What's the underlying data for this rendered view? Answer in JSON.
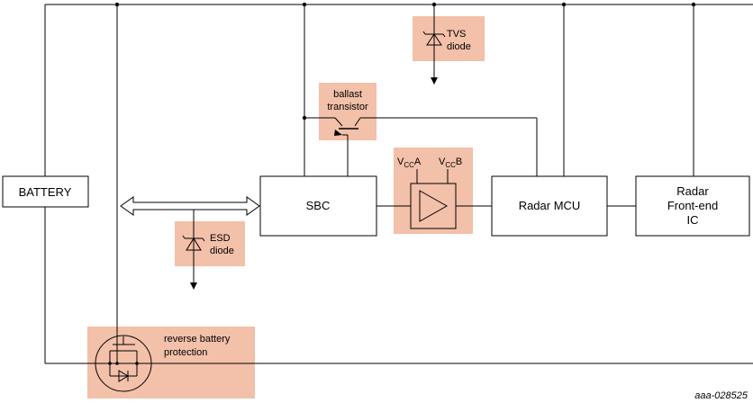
{
  "blocks": {
    "battery": "BATTERY",
    "sbc": "SBC",
    "radar_mcu": "Radar MCU",
    "radar_frontend": [
      "Radar",
      "Front-end",
      "IC"
    ]
  },
  "components": {
    "tvs_diode": [
      "TVS",
      "diode"
    ],
    "ballast_transistor": [
      "ballast",
      "transistor"
    ],
    "esd_diode": [
      "ESD",
      "diode"
    ],
    "reverse_battery_protection": [
      "reverse battery",
      "protection"
    ],
    "amplifier": {
      "vcc_a": {
        "main": "V",
        "sub": "CC",
        "suffix": "A"
      },
      "vcc_b": {
        "main": "V",
        "sub": "CC",
        "suffix": "B"
      }
    }
  },
  "colors": {
    "highlight": "#f3c0a9",
    "line": "#000000"
  },
  "reference": "aaa-028525"
}
